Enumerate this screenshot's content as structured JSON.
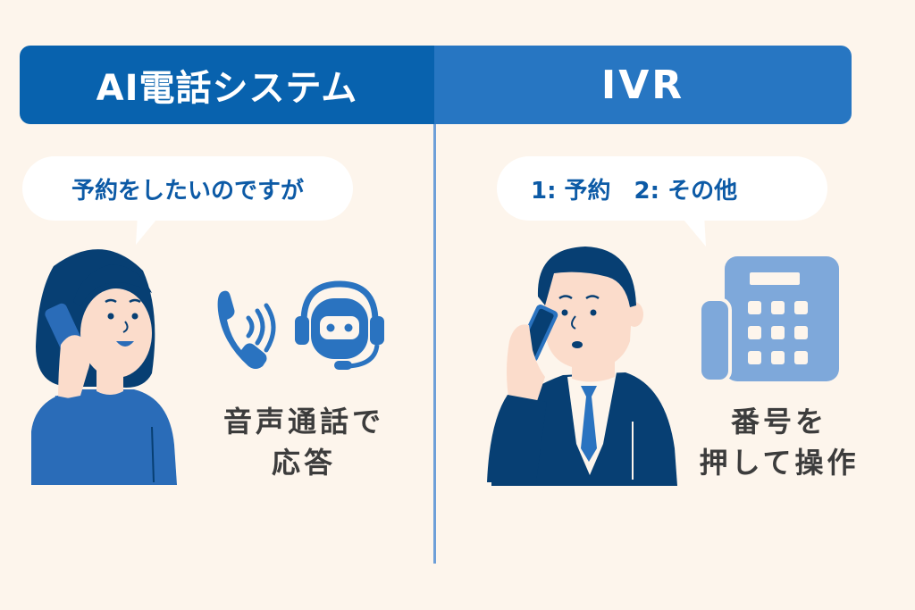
{
  "left_panel": {
    "header_title": "AI電話システム",
    "speech_bubble": "予約をしたいのですが",
    "caption_line1": "音声通話で",
    "caption_line2": "応答",
    "icons": [
      "woman-on-phone",
      "phone-handset-ringing",
      "robot-headset"
    ]
  },
  "right_panel": {
    "header_title": "IVR",
    "speech_bubble": "1: 予約　2: その他",
    "caption_line1": "番号を",
    "caption_line2": "押して操作",
    "icons": [
      "man-on-phone",
      "desk-phone-keypad"
    ]
  },
  "colors": {
    "background": "#fdf5ec",
    "left_header": "#0862ae",
    "right_header": "#2776c2",
    "divider": "#6e9fd8",
    "bubble_text": "#0c5aa6",
    "caption_text": "#3c3c3c",
    "navy": "#073f73",
    "blue": "#2a73c0",
    "light_blue": "#7ea8da",
    "skin": "#fbdccb"
  }
}
